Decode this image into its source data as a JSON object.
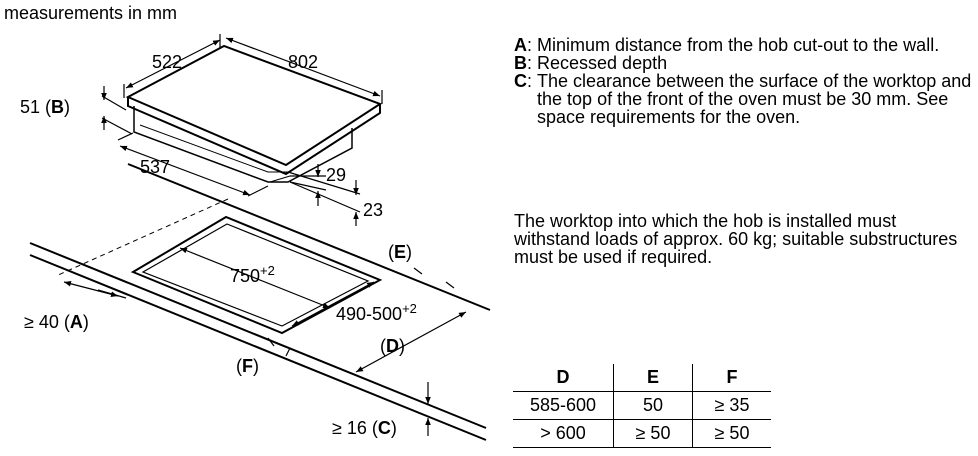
{
  "header": {
    "units_note": "measurements in mm"
  },
  "dimensions": {
    "hob_depth": "522",
    "hob_width": "802",
    "recessed_depth_value": "51",
    "recessed_depth_key": "B",
    "recessed_body_width": "537",
    "top_thickness": "29",
    "glass_thickness": "23",
    "cutout_width_base": "750",
    "cutout_width_tol": "+2",
    "cutout_depth_base": "490-500",
    "cutout_depth_tol": "+2",
    "wall_distance_prefix": "≥ 40",
    "wall_distance_key": "A",
    "key_d": "D",
    "key_e": "E",
    "key_f": "F",
    "worktop_thickness_prefix": "≥ 16",
    "worktop_thickness_key": "C"
  },
  "legend": [
    {
      "key": "A",
      "text": "Minimum distance from the hob cut-out to the wall."
    },
    {
      "key": "B",
      "text": "Recessed depth"
    },
    {
      "key": "C",
      "text": "The clearance between the surface of the worktop and the top of the front of the oven must be 30 mm. See space requirements for the oven."
    }
  ],
  "note": "The worktop into which the hob is installed must withstand loads of approx. 60 kg; suitable substructures must be used if required.",
  "table": {
    "headers": [
      "D",
      "E",
      "F"
    ],
    "rows": [
      [
        "585-600",
        "50",
        "≥ 35"
      ],
      [
        "> 600",
        "≥ 50",
        "≥ 50"
      ]
    ]
  }
}
